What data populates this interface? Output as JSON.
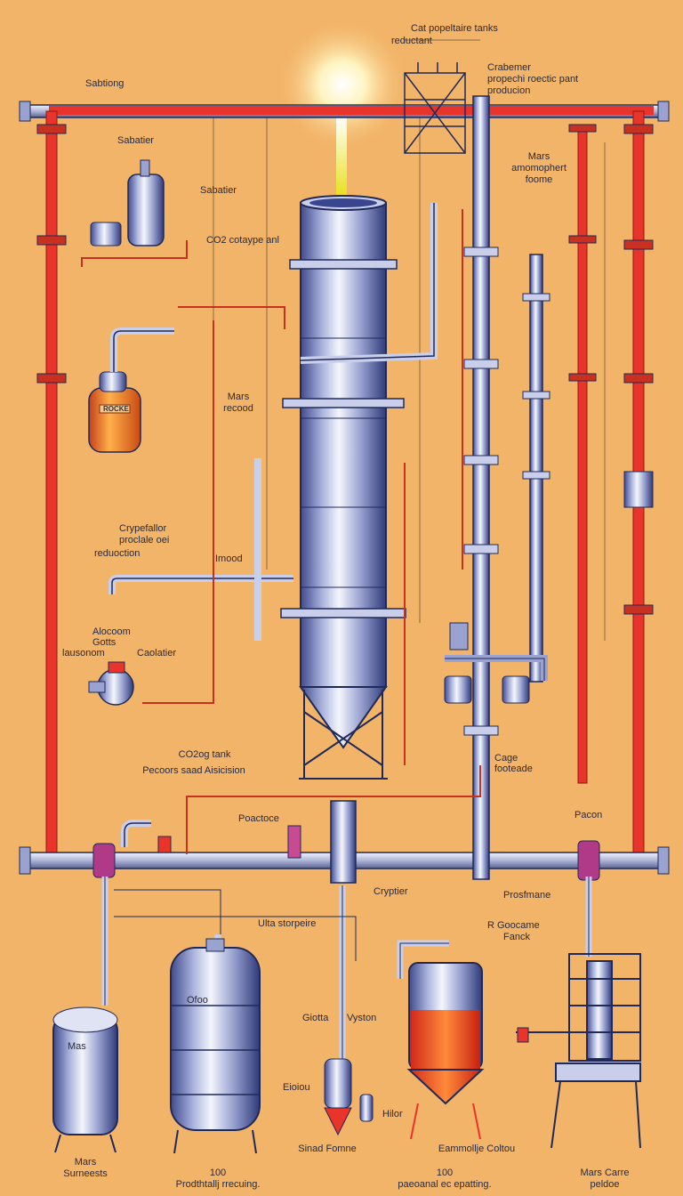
{
  "labels": {
    "top_tanks_1": "Cat popeltaire tanks",
    "top_tanks_2": "reductant",
    "crabemer_1": "Crabemer",
    "crabemer_2": "propechi roectic pant",
    "crabemer_3": "producion",
    "sabtiong": "Sabtiong",
    "sabatier_top": "Sabatier",
    "sabatier_arrow": "Sabatier",
    "co2_capture": "CO2 cotaype anl",
    "mars_atm_1": "Mars",
    "mars_atm_2": "amomophert",
    "mars_atm_3": "foome",
    "mars_recood_1": "Mars",
    "mars_recood_2": "recood",
    "cryo_1": "Crypefallor",
    "cryo_2": "proclale oei",
    "cryo_3": "reduoction",
    "imood": "Imood",
    "alocoom_1": "Alocoom",
    "alocoom_2": "Gotts",
    "alocoom_3": "lausonom",
    "caolatier": "Caolatier",
    "co2_tank_1": "CO2og tank",
    "co2_tank_2": "Pecoors saad Aisicision",
    "cage_1": "Cage",
    "cage_2": "footeade",
    "poactoce": "Poactoce",
    "pacon": "Pacon",
    "cryptier": "Cryptier",
    "prosfmane": "Prosfmane",
    "goocame_1": "R  Goocame",
    "goocame_2": "Fanck",
    "ulta_storpeire": "Ulta storpeire",
    "ofoo": "Ofoo",
    "giotta": "Giotta",
    "vyston": "Vyston",
    "mas": "Mas",
    "eioiou": "Eioiou",
    "hilor": "Hilor",
    "sinad_fomne": "Sinad Fomne",
    "eammolle_coitou": "Eammollje Coltou",
    "mars_surneests_1": "Mars",
    "mars_surneests_2": "Surneests",
    "num_left": "100",
    "prod_left": "Prodthtallj rrecuing.",
    "num_right": "100",
    "prod_right": "paeoanal ec epatting.",
    "mars_carre_1": "Mars Carre",
    "mars_carre_2": "peldoe",
    "tank_tag": "ROCKE"
  },
  "colors": {
    "background": "#f2b468",
    "hot_pipe": "#e8342a",
    "steel_light": "#e6e9f4",
    "steel_dark": "#4a4f8a",
    "outline": "#1f2a5a",
    "orange_tank": "#f07a1e",
    "red_tank": "#e8432a",
    "sun": "#fff6c8"
  }
}
